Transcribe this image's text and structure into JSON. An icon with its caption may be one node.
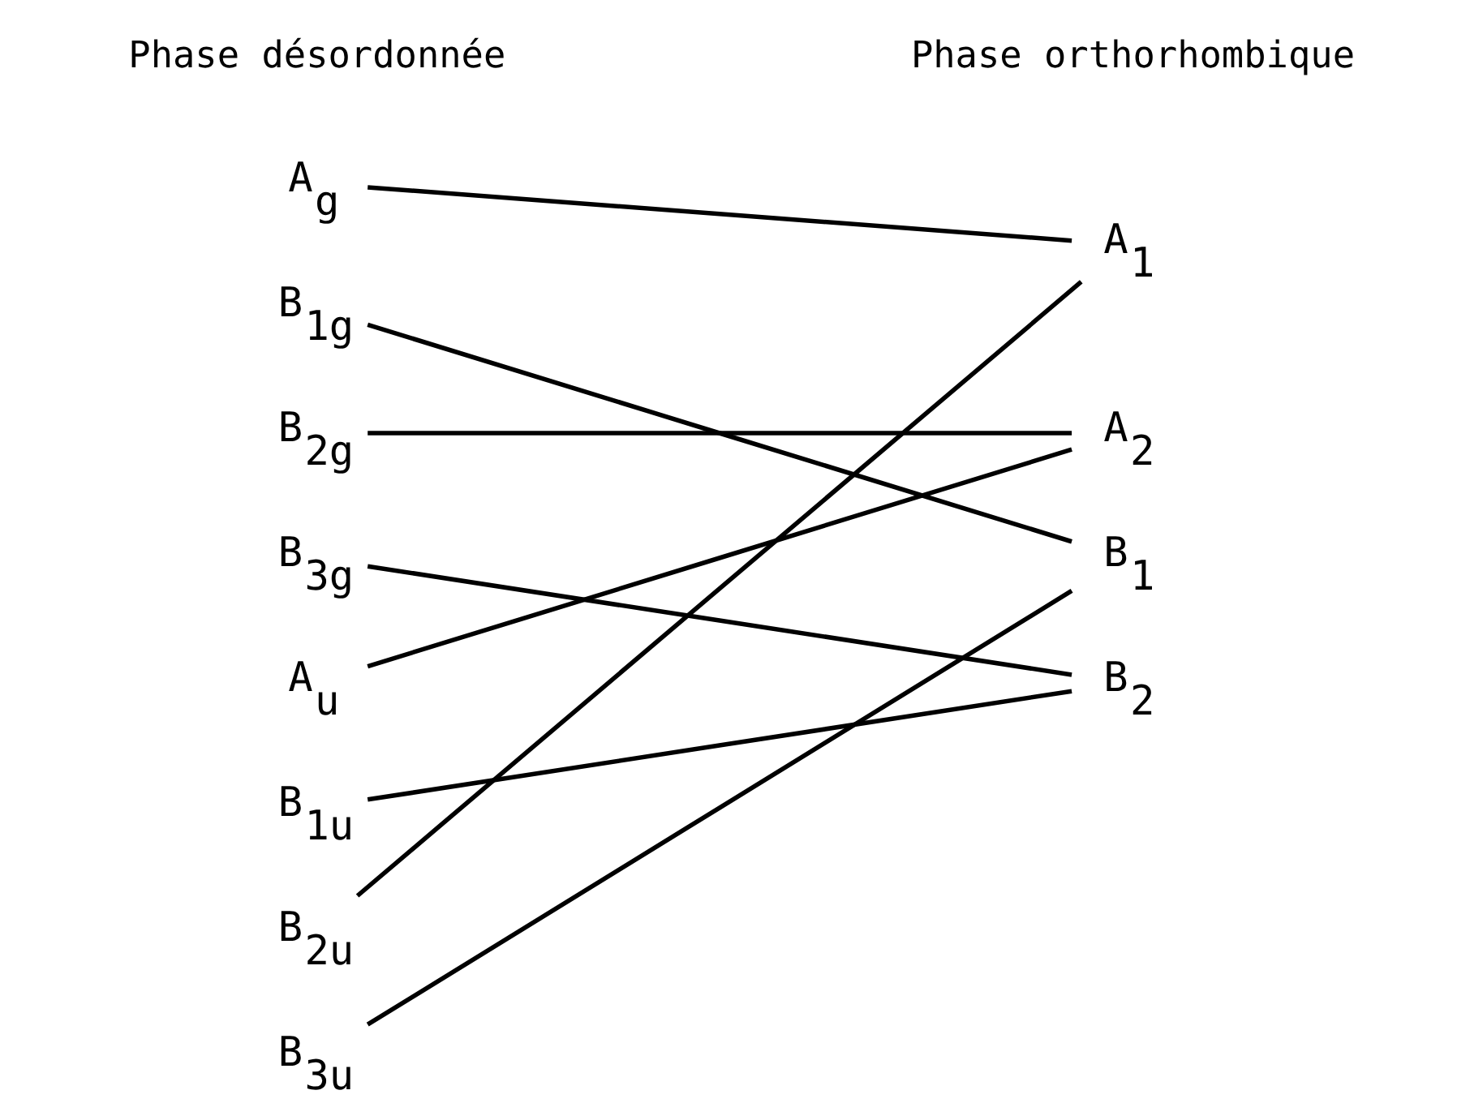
{
  "diagram": {
    "nodes": [
      {
        "text": [
          "A$_{g}$"
        ]
      },
      {
        "text": [
          "B$_{1g}$"
        ]
      },
      {
        "text": [
          "B$_{2g}$"
        ]
      },
      {
        "text": [
          "B$_{3g}$"
        ]
      },
      {
        "text": [
          "A$_{u}$"
        ]
      },
      {
        "text": [
          "B$_{1u}$"
        ]
      },
      {
        "text": [
          "B$_{2u}$"
        ]
      },
      {
        "text": [
          "B$_{3u}$"
        ]
      },
      {
        "text": [
          "A$_{1}$"
        ]
      },
      {
        "text": [
          "A$_{2}$"
        ]
      },
      {
        "text": [
          "B$_{1}$"
        ]
      },
      {
        "text": [
          "B$_{2}$"
        ]
      }
    ],
    "edges": [
      {
        "from": 0,
        "to": 8,
        "arrow": "none"
      },
      {
        "from": 1,
        "to": 10,
        "arrow": "none"
      },
      {
        "from": 2,
        "to": 9,
        "arrow": "none"
      },
      {
        "from": 3,
        "to": 11,
        "arrow": "none"
      },
      {
        "from": 4,
        "to": 9,
        "arrow": "none"
      },
      {
        "from": 5,
        "to": 11,
        "arrow": "none"
      },
      {
        "from": 6,
        "to": 8,
        "arrow": "none"
      },
      {
        "from": 7,
        "to": 10,
        "arrow": "none"
      }
    ],
    "labels": [
      "Phase désordonnée",
      "Phase orthorhombique"
    ]
  }
}
